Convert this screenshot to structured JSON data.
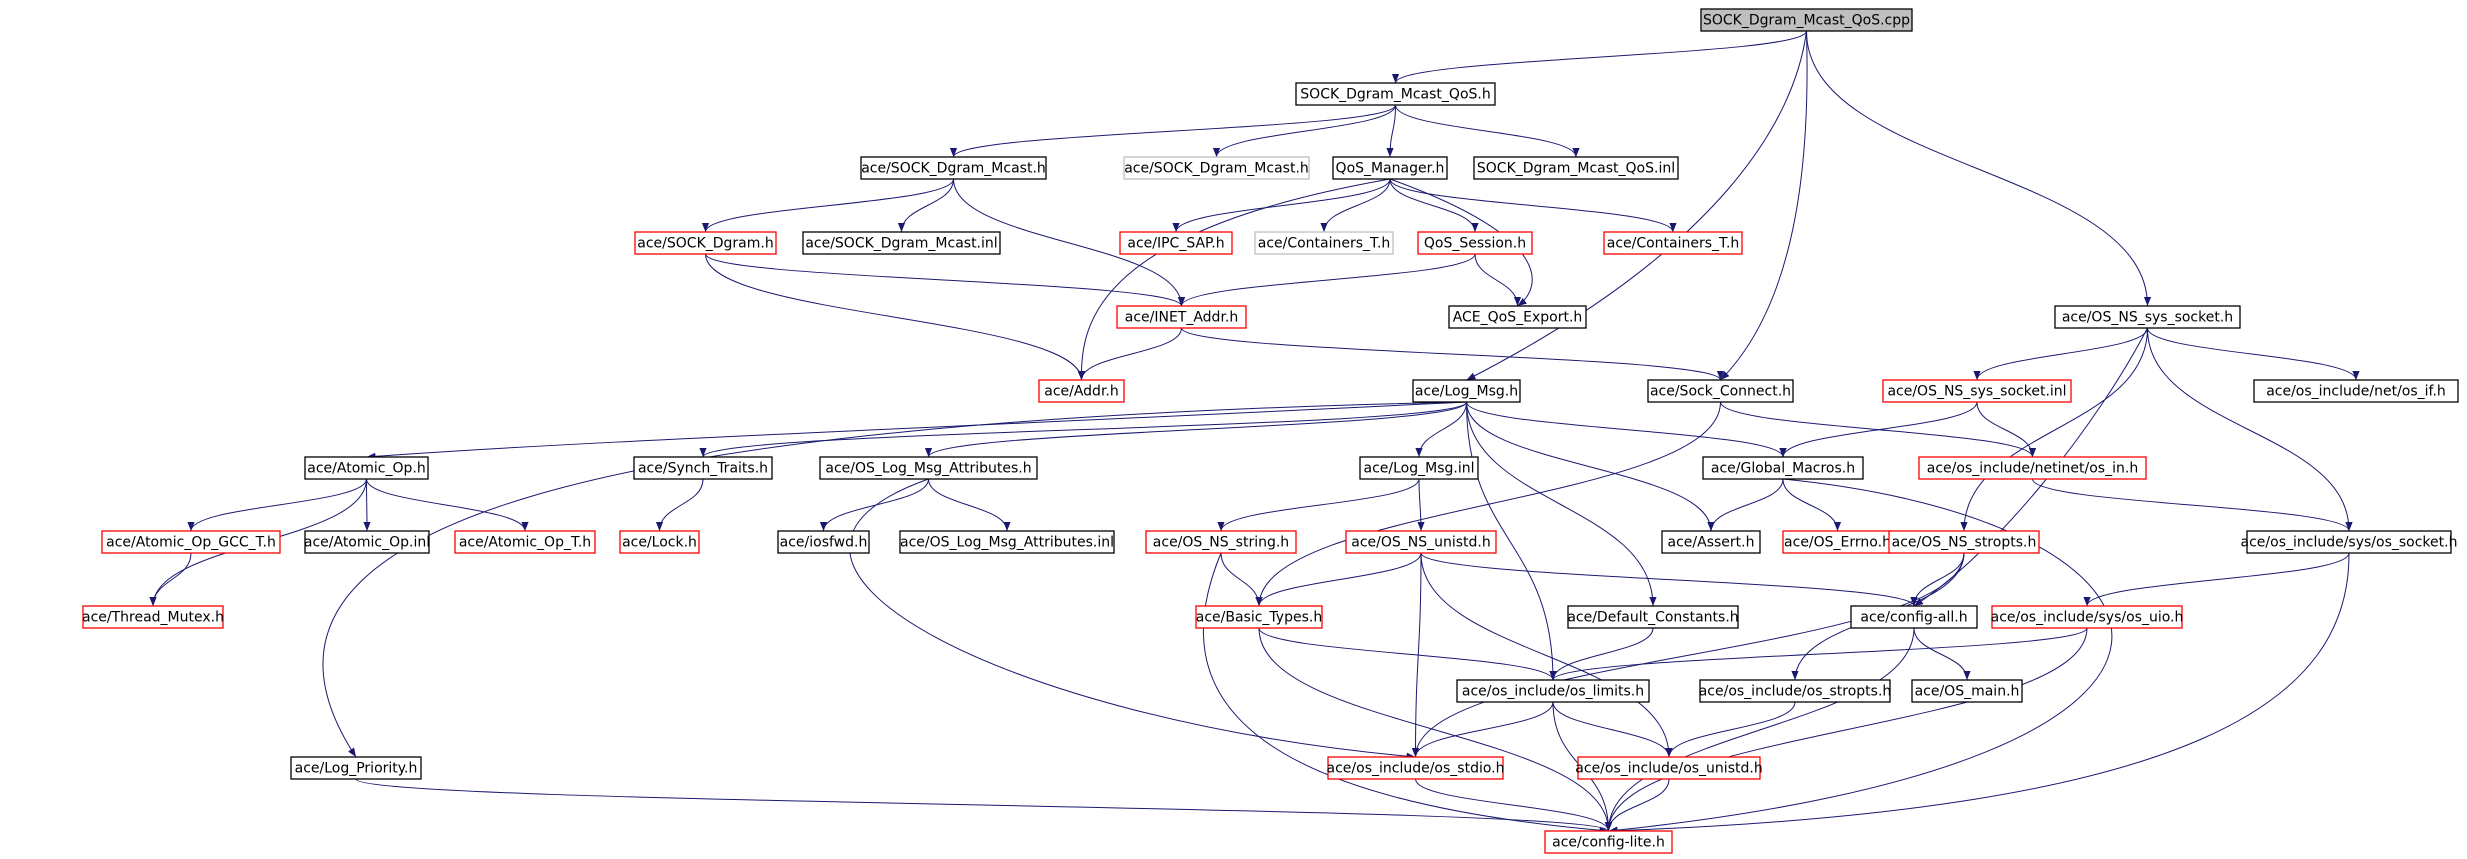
{
  "colors": {
    "edge": "#191970",
    "border_normal": "#000000",
    "border_incomplete": "#ff0000",
    "border_missing": "#bfbfbf",
    "root_fill": "#bfbfbf",
    "node_fill": "#ffffff",
    "text": "#000000"
  },
  "nodes": [
    {
      "id": "n_root",
      "label": "SOCK_Dgram_Mcast_QoS.cpp",
      "style": "root"
    },
    {
      "id": "n_qos_h",
      "label": "SOCK_Dgram_Mcast_QoS.h",
      "style": "normal"
    },
    {
      "id": "n_mcast_h",
      "label": "ace/SOCK_Dgram_Mcast.h",
      "style": "normal"
    },
    {
      "id": "n_mcast_h_gray",
      "label": "ace/SOCK_Dgram_Mcast.h",
      "style": "missing"
    },
    {
      "id": "n_qosmgr",
      "label": "QoS_Manager.h",
      "style": "normal"
    },
    {
      "id": "n_qos_inl",
      "label": "SOCK_Dgram_Mcast_QoS.inl",
      "style": "normal"
    },
    {
      "id": "n_sockdgram",
      "label": "ace/SOCK_Dgram.h",
      "style": "incomplete"
    },
    {
      "id": "n_mcast_inl",
      "label": "ace/SOCK_Dgram_Mcast.inl",
      "style": "normal"
    },
    {
      "id": "n_ipcsap",
      "label": "ace/IPC_SAP.h",
      "style": "incomplete"
    },
    {
      "id": "n_cont_gray",
      "label": "ace/Containers_T.h",
      "style": "missing"
    },
    {
      "id": "n_qossess",
      "label": "QoS_Session.h",
      "style": "incomplete"
    },
    {
      "id": "n_cont_red",
      "label": "ace/Containers_T.h",
      "style": "incomplete"
    },
    {
      "id": "n_inet",
      "label": "ace/INET_Addr.h",
      "style": "incomplete"
    },
    {
      "id": "n_qosexp",
      "label": "ACE_QoS_Export.h",
      "style": "normal"
    },
    {
      "id": "n_addr",
      "label": "ace/Addr.h",
      "style": "incomplete"
    },
    {
      "id": "n_logmsg",
      "label": "ace/Log_Msg.h",
      "style": "normal"
    },
    {
      "id": "n_sockconn",
      "label": "ace/Sock_Connect.h",
      "style": "normal"
    },
    {
      "id": "n_nssock",
      "label": "ace/OS_NS_sys_socket.h",
      "style": "normal"
    },
    {
      "id": "n_nssock_inl",
      "label": "ace/OS_NS_sys_socket.inl",
      "style": "incomplete"
    },
    {
      "id": "n_osif",
      "label": "ace/os_include/net/os_if.h",
      "style": "normal"
    },
    {
      "id": "n_atomic",
      "label": "ace/Atomic_Op.h",
      "style": "normal"
    },
    {
      "id": "n_synch",
      "label": "ace/Synch_Traits.h",
      "style": "normal"
    },
    {
      "id": "n_logattr",
      "label": "ace/OS_Log_Msg_Attributes.h",
      "style": "normal"
    },
    {
      "id": "n_logmsg_inl",
      "label": "ace/Log_Msg.inl",
      "style": "normal"
    },
    {
      "id": "n_globmac",
      "label": "ace/Global_Macros.h",
      "style": "normal"
    },
    {
      "id": "n_osin",
      "label": "ace/os_include/netinet/os_in.h",
      "style": "incomplete"
    },
    {
      "id": "n_gcc",
      "label": "ace/Atomic_Op_GCC_T.h",
      "style": "incomplete"
    },
    {
      "id": "n_atomic_inl",
      "label": "ace/Atomic_Op.inl",
      "style": "normal"
    },
    {
      "id": "n_atomic_t",
      "label": "ace/Atomic_Op_T.h",
      "style": "incomplete"
    },
    {
      "id": "n_lock",
      "label": "ace/Lock.h",
      "style": "incomplete"
    },
    {
      "id": "n_iosfwd",
      "label": "ace/iosfwd.h",
      "style": "normal"
    },
    {
      "id": "n_logattr_inl",
      "label": "ace/OS_Log_Msg_Attributes.inl",
      "style": "normal"
    },
    {
      "id": "n_nsstring",
      "label": "ace/OS_NS_string.h",
      "style": "incomplete"
    },
    {
      "id": "n_nsunistd",
      "label": "ace/OS_NS_unistd.h",
      "style": "incomplete"
    },
    {
      "id": "n_assert",
      "label": "ace/Assert.h",
      "style": "normal"
    },
    {
      "id": "n_oserrno",
      "label": "ace/OS_Errno.h",
      "style": "incomplete"
    },
    {
      "id": "n_nsstropts",
      "label": "ace/OS_NS_stropts.h",
      "style": "incomplete"
    },
    {
      "id": "n_ossocket",
      "label": "ace/os_include/sys/os_socket.h",
      "style": "normal"
    },
    {
      "id": "n_mutex",
      "label": "ace/Thread_Mutex.h",
      "style": "incomplete"
    },
    {
      "id": "n_basic",
      "label": "ace/Basic_Types.h",
      "style": "incomplete"
    },
    {
      "id": "n_defconst",
      "label": "ace/Default_Constants.h",
      "style": "normal"
    },
    {
      "id": "n_configall",
      "label": "ace/config-all.h",
      "style": "normal"
    },
    {
      "id": "n_osuio",
      "label": "ace/os_include/sys/os_uio.h",
      "style": "incomplete"
    },
    {
      "id": "n_oslimits",
      "label": "ace/os_include/os_limits.h",
      "style": "normal"
    },
    {
      "id": "n_osstropts",
      "label": "ace/os_include/os_stropts.h",
      "style": "normal"
    },
    {
      "id": "n_osmain",
      "label": "ace/OS_main.h",
      "style": "normal"
    },
    {
      "id": "n_logprio",
      "label": "ace/Log_Priority.h",
      "style": "normal"
    },
    {
      "id": "n_osstdio",
      "label": "ace/os_include/os_stdio.h",
      "style": "incomplete"
    },
    {
      "id": "n_osunistd",
      "label": "ace/os_include/os_unistd.h",
      "style": "incomplete"
    },
    {
      "id": "n_configlite",
      "label": "ace/config-lite.h",
      "style": "incomplete"
    }
  ],
  "edges": [
    [
      "n_root",
      "n_qos_h"
    ],
    [
      "n_root",
      "n_logmsg"
    ],
    [
      "n_root",
      "n_sockconn"
    ],
    [
      "n_root",
      "n_nssock"
    ],
    [
      "n_qos_h",
      "n_mcast_h"
    ],
    [
      "n_qos_h",
      "n_mcast_h_gray"
    ],
    [
      "n_qos_h",
      "n_qosmgr"
    ],
    [
      "n_qos_h",
      "n_qos_inl"
    ],
    [
      "n_mcast_h",
      "n_sockdgram"
    ],
    [
      "n_mcast_h",
      "n_mcast_inl"
    ],
    [
      "n_mcast_h",
      "n_inet"
    ],
    [
      "n_sockdgram",
      "n_inet"
    ],
    [
      "n_sockdgram",
      "n_addr"
    ],
    [
      "n_qosmgr",
      "n_addr"
    ],
    [
      "n_qosmgr",
      "n_ipcsap"
    ],
    [
      "n_qosmgr",
      "n_cont_gray"
    ],
    [
      "n_qosmgr",
      "n_qossess"
    ],
    [
      "n_qosmgr",
      "n_qosexp"
    ],
    [
      "n_qosmgr",
      "n_cont_red"
    ],
    [
      "n_qossess",
      "n_inet"
    ],
    [
      "n_qossess",
      "n_qosexp"
    ],
    [
      "n_inet",
      "n_addr"
    ],
    [
      "n_inet",
      "n_sockconn"
    ],
    [
      "n_logmsg",
      "n_atomic"
    ],
    [
      "n_logmsg",
      "n_synch"
    ],
    [
      "n_logmsg",
      "n_logattr"
    ],
    [
      "n_logmsg",
      "n_logmsg_inl"
    ],
    [
      "n_logmsg",
      "n_globmac"
    ],
    [
      "n_logmsg",
      "n_assert"
    ],
    [
      "n_logmsg",
      "n_defconst"
    ],
    [
      "n_logmsg",
      "n_oslimits"
    ],
    [
      "n_logmsg",
      "n_logprio"
    ],
    [
      "n_sockconn",
      "n_basic"
    ],
    [
      "n_sockconn",
      "n_osin"
    ],
    [
      "n_nssock",
      "n_nssock_inl"
    ],
    [
      "n_nssock",
      "n_osif"
    ],
    [
      "n_nssock",
      "n_ossocket"
    ],
    [
      "n_nssock",
      "n_nsstropts"
    ],
    [
      "n_nssock",
      "n_configall"
    ],
    [
      "n_nssock_inl",
      "n_globmac"
    ],
    [
      "n_nssock_inl",
      "n_osin"
    ],
    [
      "n_atomic",
      "n_gcc"
    ],
    [
      "n_atomic",
      "n_atomic_inl"
    ],
    [
      "n_atomic",
      "n_atomic_t"
    ],
    [
      "n_atomic",
      "n_mutex"
    ],
    [
      "n_gcc",
      "n_mutex"
    ],
    [
      "n_synch",
      "n_lock"
    ],
    [
      "n_logattr",
      "n_iosfwd"
    ],
    [
      "n_logattr",
      "n_logattr_inl"
    ],
    [
      "n_logattr",
      "n_osstdio"
    ],
    [
      "n_logmsg_inl",
      "n_nsstring"
    ],
    [
      "n_logmsg_inl",
      "n_nsunistd"
    ],
    [
      "n_globmac",
      "n_assert"
    ],
    [
      "n_globmac",
      "n_oserrno"
    ],
    [
      "n_globmac",
      "n_configlite"
    ],
    [
      "n_osin",
      "n_ossocket"
    ],
    [
      "n_nsstring",
      "n_basic"
    ],
    [
      "n_nsstring",
      "n_configlite"
    ],
    [
      "n_nsunistd",
      "n_basic"
    ],
    [
      "n_nsunistd",
      "n_configall"
    ],
    [
      "n_nsunistd",
      "n_osstdio"
    ],
    [
      "n_nsunistd",
      "n_osunistd"
    ],
    [
      "n_nsstropts",
      "n_configall"
    ],
    [
      "n_nsstropts",
      "n_osstropts"
    ],
    [
      "n_nsstropts",
      "n_osstdio"
    ],
    [
      "n_ossocket",
      "n_osuio"
    ],
    [
      "n_ossocket",
      "n_configlite"
    ],
    [
      "n_basic",
      "n_oslimits"
    ],
    [
      "n_basic",
      "n_configlite"
    ],
    [
      "n_defconst",
      "n_oslimits"
    ],
    [
      "n_configall",
      "n_osmain"
    ],
    [
      "n_configall",
      "n_configlite"
    ],
    [
      "n_osuio",
      "n_oslimits"
    ],
    [
      "n_osuio",
      "n_configlite"
    ],
    [
      "n_oslimits",
      "n_osstdio"
    ],
    [
      "n_oslimits",
      "n_osunistd"
    ],
    [
      "n_oslimits",
      "n_configlite"
    ],
    [
      "n_osstropts",
      "n_osunistd"
    ],
    [
      "n_osstdio",
      "n_configlite"
    ],
    [
      "n_osunistd",
      "n_configlite"
    ],
    [
      "n_logprio",
      "n_configlite"
    ]
  ]
}
